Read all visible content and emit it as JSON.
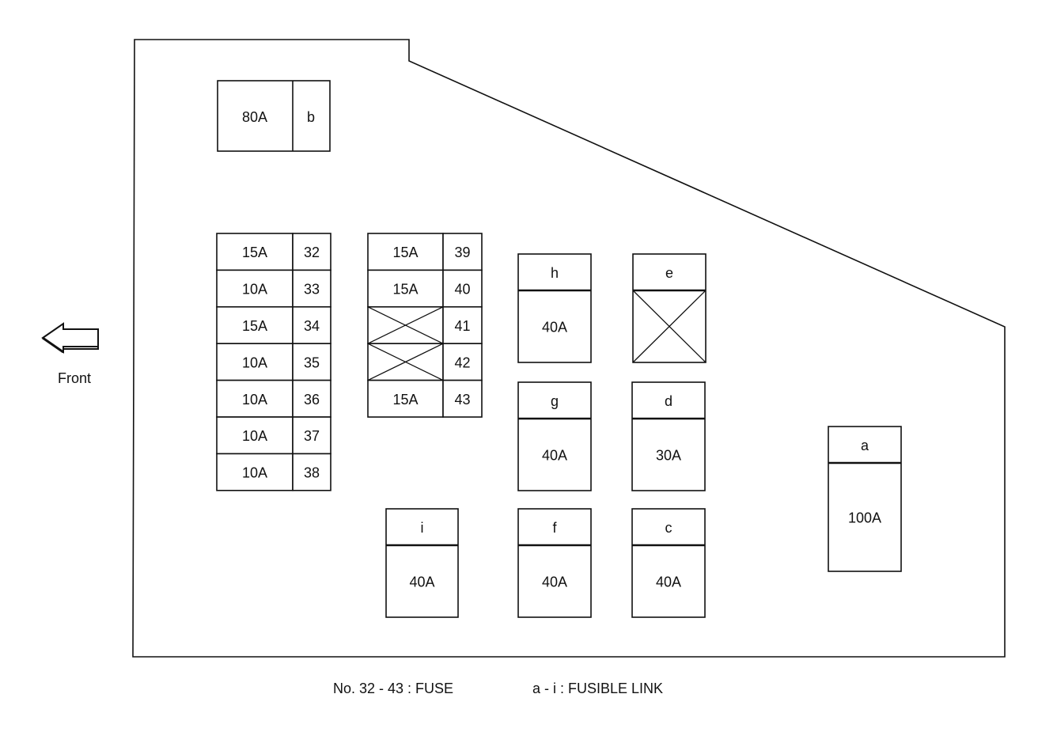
{
  "front_label": "Front",
  "legend": {
    "fuse": "No. 32 - 43 : FUSE",
    "fusible_link": "a - i : FUSIBLE LINK"
  },
  "top_link": {
    "rating": "80A",
    "id": "b"
  },
  "fuse_column_left": [
    {
      "rating": "15A",
      "no": "32"
    },
    {
      "rating": "10A",
      "no": "33"
    },
    {
      "rating": "15A",
      "no": "34"
    },
    {
      "rating": "10A",
      "no": "35"
    },
    {
      "rating": "10A",
      "no": "36"
    },
    {
      "rating": "10A",
      "no": "37"
    },
    {
      "rating": "10A",
      "no": "38"
    }
  ],
  "fuse_column_right": [
    {
      "rating": "15A",
      "no": "39",
      "empty": false
    },
    {
      "rating": "15A",
      "no": "40",
      "empty": false
    },
    {
      "rating": "",
      "no": "41",
      "empty": true
    },
    {
      "rating": "",
      "no": "42",
      "empty": true
    },
    {
      "rating": "15A",
      "no": "43",
      "empty": false
    }
  ],
  "fusible_links": [
    {
      "id": "h",
      "rating": "40A",
      "empty": false
    },
    {
      "id": "e",
      "rating": "",
      "empty": true
    },
    {
      "id": "g",
      "rating": "40A",
      "empty": false
    },
    {
      "id": "d",
      "rating": "30A",
      "empty": false
    },
    {
      "id": "i",
      "rating": "40A",
      "empty": false
    },
    {
      "id": "f",
      "rating": "40A",
      "empty": false
    },
    {
      "id": "c",
      "rating": "40A",
      "empty": false
    },
    {
      "id": "a",
      "rating": "100A",
      "empty": false
    }
  ]
}
